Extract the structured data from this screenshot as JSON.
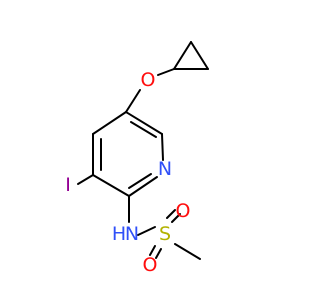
{
  "molecule": {
    "atoms": {
      "oxygen_ether": {
        "symbol": "O",
        "color": "#ff0d0d"
      },
      "nitrogen_ring": {
        "symbol": "N",
        "color": "#3050f8"
      },
      "iodine": {
        "symbol": "I",
        "color": "#940094"
      },
      "nitrogen_amide": {
        "symbol": "N",
        "color": "#3050f8"
      },
      "hydrogen_amide": {
        "symbol": "H",
        "color": "#3050f8"
      },
      "sulfur": {
        "symbol": "S",
        "color": "#b2b200"
      },
      "oxygen_sulfonyl_1": {
        "symbol": "O",
        "color": "#ff0d0d"
      },
      "oxygen_sulfonyl_2": {
        "symbol": "O",
        "color": "#ff0d0d"
      }
    },
    "bond_color": "#000000",
    "background": "#ffffff"
  }
}
